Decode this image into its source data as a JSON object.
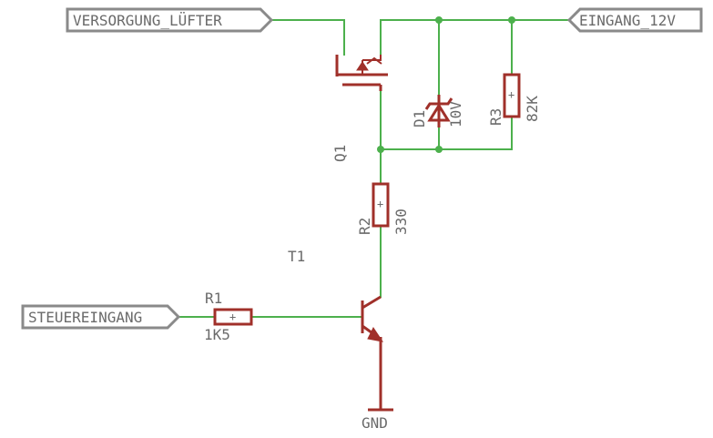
{
  "ports": {
    "versorgung_luefter": "VERSORGUNG_LÜFTER",
    "eingang_12v": "EINGANG_12V",
    "steuereingang": "STEUEREINGANG"
  },
  "components": {
    "q1": {
      "name": "Q1"
    },
    "d1": {
      "name": "D1",
      "value": "10V"
    },
    "r3": {
      "name": "R3",
      "value": "82K"
    },
    "r2": {
      "name": "R2",
      "value": "330"
    },
    "t1": {
      "name": "T1"
    },
    "r1": {
      "name": "R1",
      "value": "1K5"
    },
    "gnd": {
      "name": "GND"
    }
  },
  "resistor_mark": "+",
  "colors": {
    "wire": "#4cb04c",
    "symbol": "#a0302a",
    "port_outline": "#8a8a8a",
    "text": "#6a6a6a",
    "background": "#ffffff"
  }
}
